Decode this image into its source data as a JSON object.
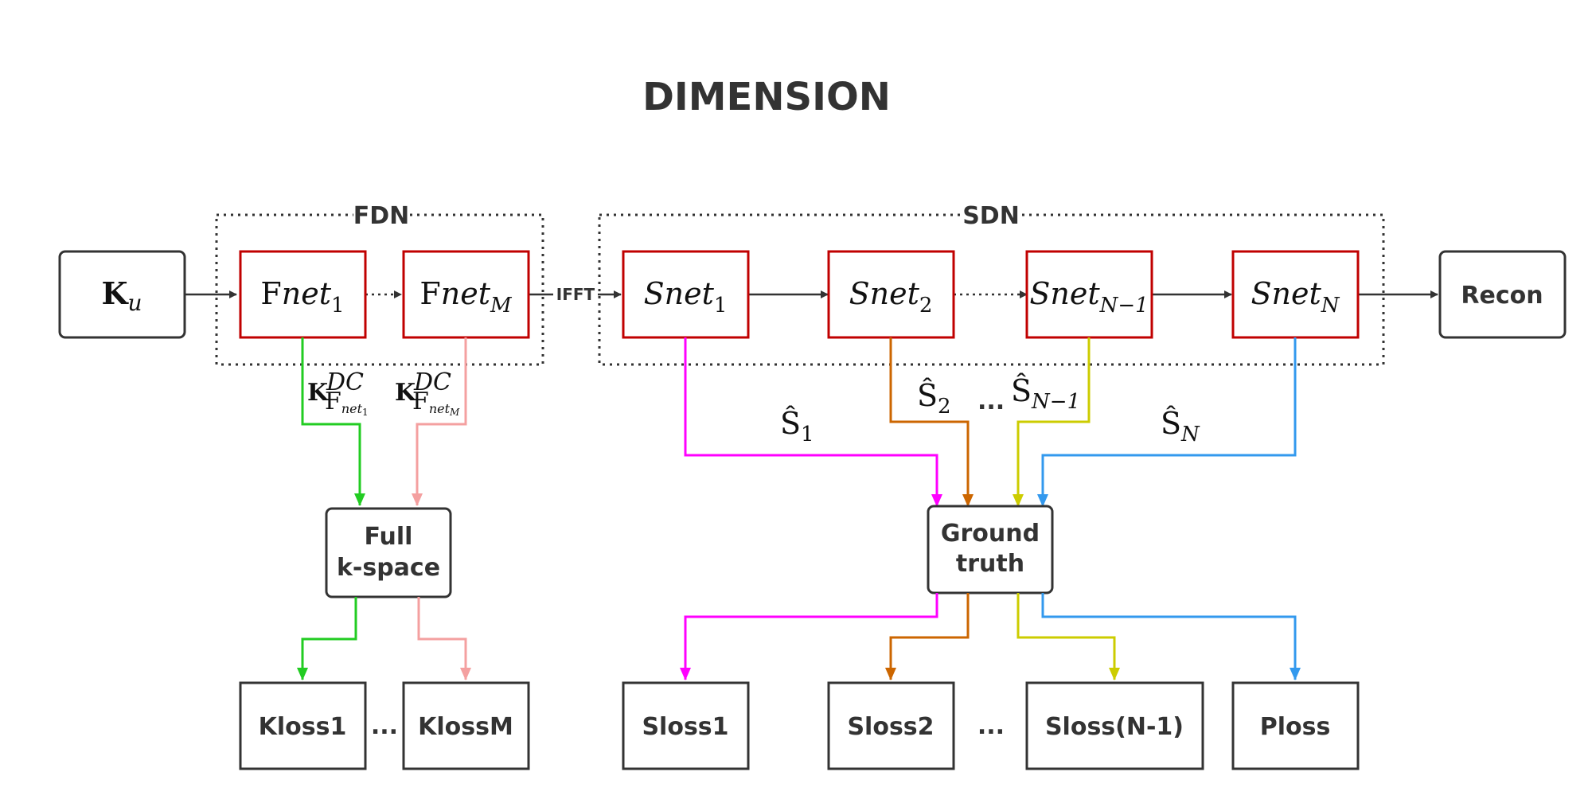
{
  "title": "DIMENSION",
  "groups": {
    "fdn": "FDN",
    "sdn": "SDN"
  },
  "nodes": {
    "ku": {
      "base": "K",
      "sub": "u"
    },
    "fnet1": {
      "base": "F",
      "ital": "net",
      "sub": "1"
    },
    "fnetm": {
      "base": "F",
      "ital": "net",
      "sub": "M"
    },
    "snet1": {
      "ital": "Snet",
      "sub": "1"
    },
    "snet2": {
      "ital": "Snet",
      "sub": "2"
    },
    "snetn1": {
      "ital": "Snet",
      "sub": "N−1"
    },
    "snetn": {
      "ital": "Snet",
      "sub": "N"
    },
    "recon": "Recon",
    "full_kspace": [
      "Full",
      "k-space"
    ],
    "ground_truth": [
      "Ground",
      "truth"
    ]
  },
  "edge_labels": {
    "ifft": "IFFT",
    "k_dc_1": {
      "base": "K",
      "sup": "DC",
      "sub1": "F",
      "sub2": "net",
      "sub3": "1"
    },
    "k_dc_m": {
      "base": "K",
      "sup": "DC",
      "sub1": "F",
      "sub2": "net",
      "sub3": "M"
    },
    "s1": {
      "base": "Ŝ",
      "sub": "1"
    },
    "s2": {
      "base": "Ŝ",
      "sub": "2"
    },
    "sn1": {
      "base": "Ŝ",
      "sub": "N−1"
    },
    "sn": {
      "base": "Ŝ",
      "sub": "N"
    },
    "ellipsis_s": "..."
  },
  "losses": {
    "kloss1": "Kloss1",
    "klossm": "KlossM",
    "sloss1": "Sloss1",
    "sloss2": "Sloss2",
    "slossn1": "Sloss(N-1)",
    "ploss": "Ploss",
    "ellipsis_k": "...",
    "ellipsis_s": "..."
  },
  "colors": {
    "net_border": "#c00000",
    "box_border": "#333333",
    "green": "#22cc22",
    "pink": "#f4a0a0",
    "magenta": "#ff00ff",
    "orange": "#cc6600",
    "yellow": "#cccc00",
    "blue": "#3399ee"
  }
}
